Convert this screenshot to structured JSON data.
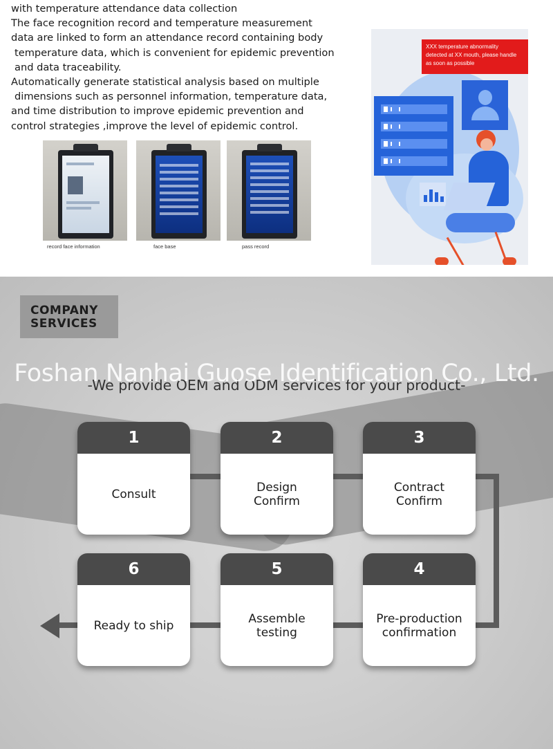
{
  "intro": {
    "lines": [
      "with temperature attendance data collection",
      "The face recognition record and temperature measurement",
      "data are linked to form an attendance record containing body",
      "temperature data, which is convenient for epidemic prevention",
      "and data traceability.",
      "Automatically generate statistical analysis based on multiple",
      "dimensions such as personnel information, temperature data,",
      "and time distribution to improve epidemic prevention and",
      "control strategies ,improve the level of epidemic control."
    ]
  },
  "screens": [
    {
      "label": "record face information"
    },
    {
      "label": "face base"
    },
    {
      "label": "pass record"
    }
  ],
  "illustration": {
    "alert_lines": [
      "XXX temperature abnormality",
      "detected at XX mouth, please handle",
      "as soon as possible"
    ],
    "colors": {
      "alert": "#e21b1b",
      "primary": "#2563d9",
      "accent": "#e5502a"
    }
  },
  "services": {
    "badge_lines": [
      "COMPANY",
      "SERVICES"
    ],
    "watermark": "Foshan Nanhai Guose Identification Co., Ltd.",
    "subtitle": "-We provide OEM and ODM services for your product-",
    "steps": [
      {
        "num": "1",
        "label": "Consult"
      },
      {
        "num": "2",
        "label": "Design Confirm"
      },
      {
        "num": "3",
        "label": "Contract Confirm"
      },
      {
        "num": "4",
        "label": "Pre-production confirmation"
      },
      {
        "num": "5",
        "label": "Assemble testing"
      },
      {
        "num": "6",
        "label": "Ready to ship"
      }
    ]
  }
}
